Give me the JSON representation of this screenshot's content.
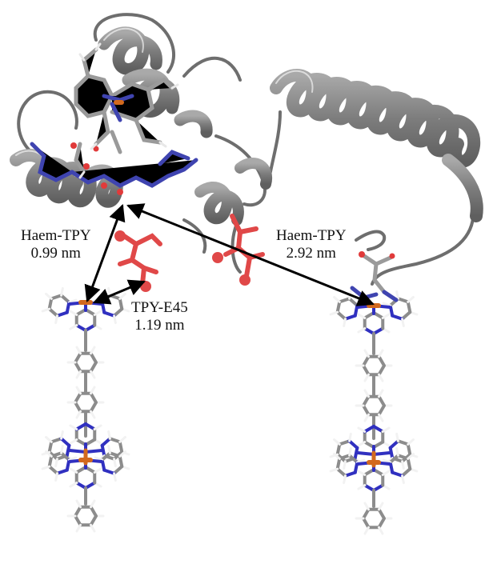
{
  "annotations": [
    {
      "id": "left",
      "title": "Haem-TPY",
      "value": "0.99 nm"
    },
    {
      "id": "middle",
      "title": "TPY-E45",
      "value": "1.19 nm"
    },
    {
      "id": "right",
      "title": "Haem-TPY",
      "value": "2.92 nm"
    }
  ],
  "colors": {
    "protein_ribbon": "#8a8a8a",
    "protein_edge": "#555555",
    "haem_ligand": "#3a3fa8",
    "glu_residue": "#e04848",
    "carbon": "#8c8c8c",
    "hydrogen": "#f2f2f2",
    "nitrogen": "#3030c0",
    "metal": "#d2691e",
    "arrow": "#000000"
  }
}
